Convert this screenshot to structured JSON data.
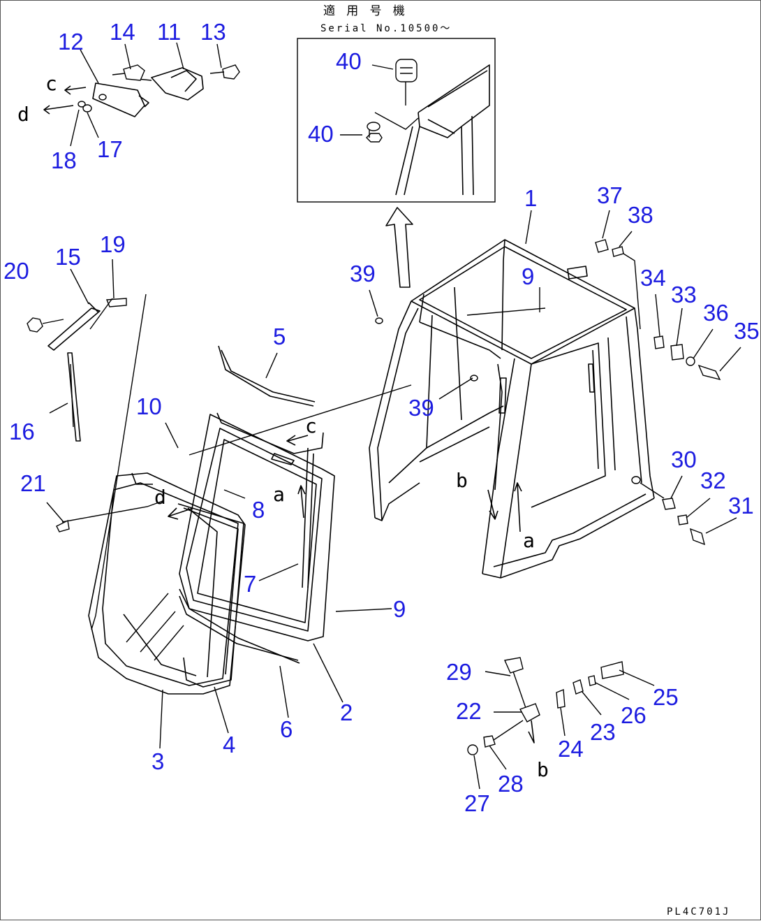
{
  "header": {
    "applicable_label": "適 用 号 機",
    "serial_label": "Serial No.10500～"
  },
  "drawing_code": "PL4C701J",
  "part_numbers": [
    "1",
    "2",
    "3",
    "4",
    "5",
    "6",
    "7",
    "8",
    "9",
    "9",
    "10",
    "11",
    "12",
    "13",
    "14",
    "15",
    "16",
    "17",
    "18",
    "19",
    "20",
    "21",
    "22",
    "23",
    "24",
    "25",
    "26",
    "27",
    "28",
    "29",
    "30",
    "31",
    "32",
    "33",
    "34",
    "35",
    "36",
    "37",
    "38",
    "39",
    "39",
    "40",
    "40"
  ],
  "view_letters": [
    "a",
    "a",
    "b",
    "b",
    "c",
    "c",
    "d",
    "d"
  ],
  "colors": {
    "callout": "#1c1ce0",
    "line": "#000000"
  }
}
